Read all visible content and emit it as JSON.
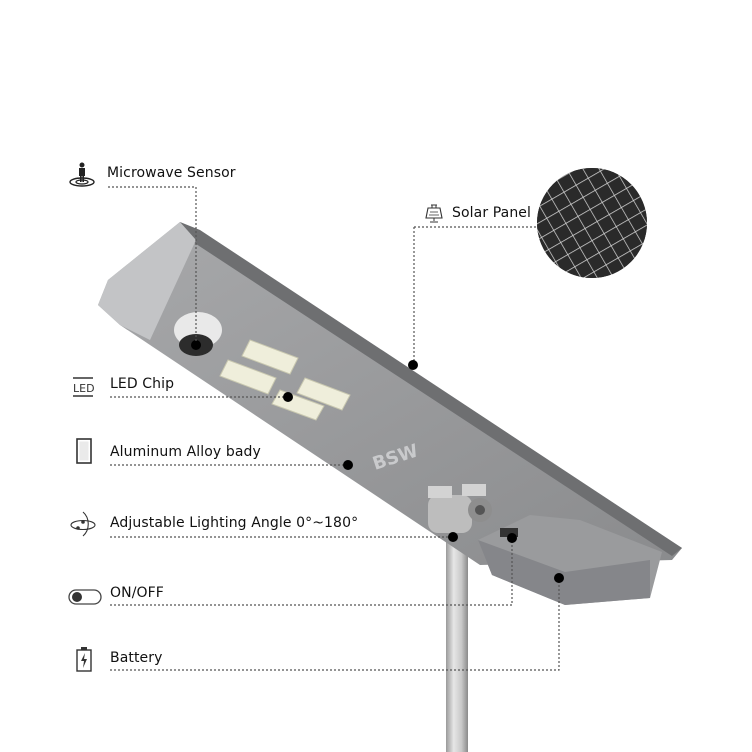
{
  "features": [
    {
      "id": "microwave-sensor",
      "label": "Microwave Sensor",
      "icon": "person-sensor-icon"
    },
    {
      "id": "solar-panel",
      "label": "Solar Panel",
      "icon": "solar-panel-icon"
    },
    {
      "id": "led-chip",
      "label": "LED Chip",
      "icon": "led-icon"
    },
    {
      "id": "aluminum-body",
      "label": "Aluminum Alloy bady",
      "icon": "aluminum-body-icon"
    },
    {
      "id": "lighting-angle",
      "label": "Adjustable Lighting Angle 0°~180°",
      "icon": "rotate-icon"
    },
    {
      "id": "on-off",
      "label": "ON/OFF",
      "icon": "toggle-icon"
    },
    {
      "id": "battery",
      "label": "Battery",
      "icon": "battery-icon"
    }
  ],
  "product": {
    "brand_mark": "BSW"
  },
  "colors": {
    "housing": "#8e8f91",
    "housing_light": "#b9babc",
    "panel": "#2b2b2b",
    "leader": "#555555",
    "dot": "#000000"
  }
}
